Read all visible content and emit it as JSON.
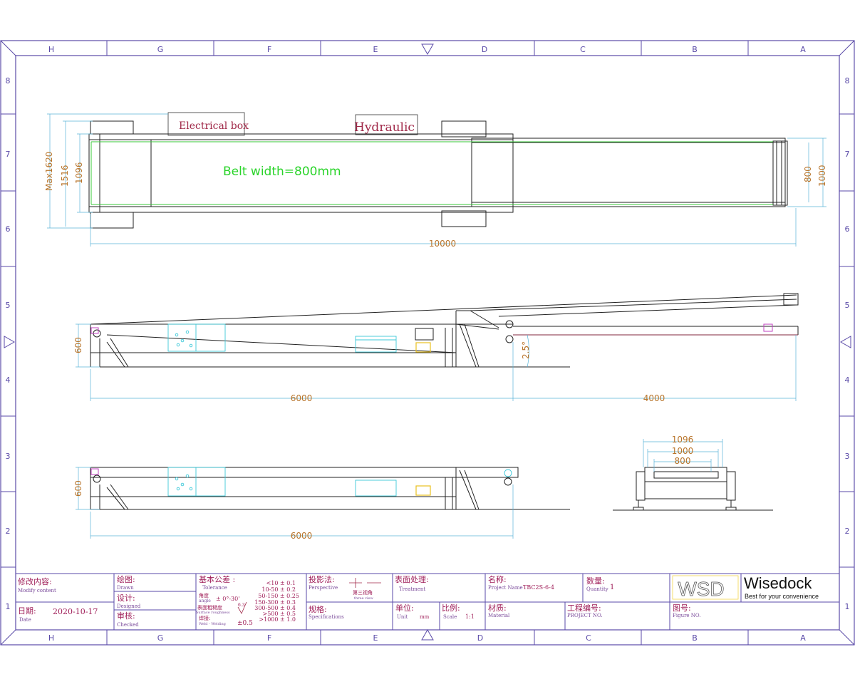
{
  "zones": {
    "top": [
      "H",
      "G",
      "F",
      "E",
      "D",
      "C",
      "B",
      "A"
    ],
    "bottom": [
      "H",
      "G",
      "F",
      "E",
      "D",
      "C",
      "B",
      "A"
    ],
    "left": [
      "8",
      "7",
      "6",
      "5",
      "4",
      "3",
      "2",
      "1"
    ],
    "right": [
      "8",
      "7",
      "6",
      "5",
      "4",
      "3",
      "2",
      "1"
    ]
  },
  "callouts": {
    "electrical_box": "Electrical box",
    "hydraulic": "Hydraulic",
    "belt_width": "Belt width=800mm"
  },
  "dimensions": {
    "max_width": "Max1620",
    "width_1516": "1516",
    "width_1096": "1096",
    "belt_800": "800",
    "frame_1000": "1000",
    "total_length": "10000",
    "height_600": "600",
    "angle": "2.5°",
    "base_6000": "6000",
    "ext_4000": "4000",
    "height_600_b": "600",
    "base_6000_b": "6000",
    "end_1096": "1096",
    "end_1000": "1000",
    "end_800": "800"
  },
  "title_block": {
    "modify_cn": "修改内容:",
    "modify_en": "Modify content",
    "date_cn": "日期:",
    "date_en": "Date",
    "date_value": "2020-10-17",
    "drawn_cn": "绘图:",
    "drawn_en": "Drawn",
    "designed_cn": "设计:",
    "designed_en": "Designed",
    "checked_cn": "审核:",
    "checked_en": "Checked",
    "tolerance_cn": "基本公差 :",
    "tolerance_en": "Tolerance",
    "angle_cn": "角度",
    "angle_en": "angle",
    "angle_val": "± 0°-30'",
    "surface_cn": "表面粗糙度",
    "surface_en": "Surface roughness",
    "surface_val": "6.3",
    "weld_cn": "焊接:",
    "weld_en": "Weld - Welding",
    "weld_val": "±0.5",
    "tol_rows": [
      "<10  ±  0.1",
      "10-50  ±  0.2",
      "50-150  ±  0.25",
      "150-300  ±  0.3",
      "300-500  ±  0.4",
      ">500  ±  0.5",
      ">1000  ±  1.0"
    ],
    "projection_cn": "投影法:",
    "projection_en": "Perspective",
    "third_angle_cn": "第三视角",
    "third_angle_en": "three view",
    "spec_cn": "规格:",
    "spec_en": "Specifications",
    "treatment_cn": "表面处理:",
    "treatment_en": "Treatment",
    "unit_cn": "单位:",
    "unit_en": "Unit",
    "unit_val": "mm",
    "scale_cn": "比例:",
    "scale_en": "Scale",
    "scale_val": "1:1",
    "name_cn": "名称:",
    "name_en": "Project Name",
    "name_val": "TBC2S-6-4",
    "quantity_cn": "数量:",
    "quantity_en": "Quantity",
    "quantity_val": "1",
    "material_cn": "材质:",
    "material_en": "Material",
    "project_no_cn": "工程编号:",
    "project_no_en": "PROJECT NO.",
    "figure_cn": "图号:",
    "figure_en": "Figure NO.",
    "logo_mark": "WSD",
    "brand": "Wisedock",
    "tagline": "Best for your convenience"
  },
  "colors": {
    "frame": "#5a4aa8",
    "dimension": "#d9822b",
    "dimline": "#5ab4d8",
    "callout": "#a02848",
    "belt_text": "#2bd42b",
    "belt_line": "#3ac83a",
    "outline": "#222222",
    "cyan": "#3cc8d8",
    "yellow": "#e8c020",
    "magenta": "#c040c0"
  }
}
